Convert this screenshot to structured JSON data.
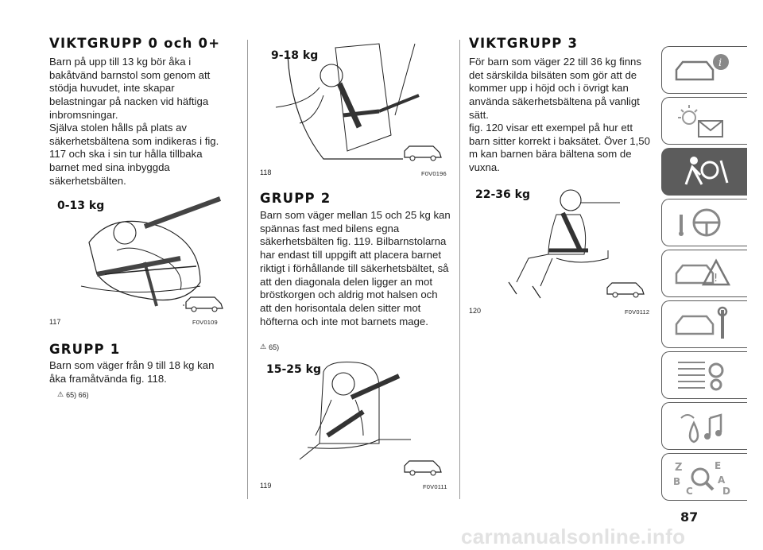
{
  "page": {
    "number": "87",
    "watermark": "carmanualsonline.info"
  },
  "col1": {
    "heading1": "VIKTGRUPP 0 och 0+",
    "para1": "Barn på upp till 13 kg bör åka i bakåtvänd barnstol som genom att stödja huvudet, inte skapar belastningar på nacken vid häftiga inbromsningar.",
    "para2": "Själva stolen hålls på plats av säkerhetsbältena som indikeras i fig. 117 och ska i sin tur hålla tillbaka barnet med sina inbyggda säkerhetsbälten.",
    "fig": {
      "label": "0-13 kg",
      "number": "117",
      "code": "F0V0109"
    },
    "heading2": "GRUPP 1",
    "para3": "Barn som väger från 9 till 18 kg kan åka framåtvända fig. 118.",
    "warnings": "65) 66)"
  },
  "col2": {
    "fig_top": {
      "label": "9-18 kg",
      "number": "118",
      "code": "F0V0196"
    },
    "heading": "GRUPP 2",
    "para1": "Barn som väger mellan 15 och 25 kg kan spännas fast med bilens egna säkerhetsbälten fig. 119. Bilbarnstolarna har endast till uppgift att placera barnet riktigt i förhållande till säkerhetsbältet, så att den diagonala delen ligger an mot bröstkorgen och aldrig mot halsen och att den horisontala delen sitter mot höfterna och inte mot barnets mage.",
    "warnings": "65)",
    "fig_bottom": {
      "label": "15-25 kg",
      "number": "119",
      "code": "F0V0111"
    }
  },
  "col3": {
    "heading": "VIKTGRUPP 3",
    "para1": "För barn som väger 22 till 36 kg finns det särskilda bilsäten som gör att de kommer upp i höjd och i övrigt kan använda säkerhetsbältena på vanligt sätt.",
    "para2": "fig. 120 visar ett exempel på hur ett barn sitter korrekt i baksätet. Över 1,50 m kan barnen bära bältena som de vuxna.",
    "fig": {
      "label": "22-36 kg",
      "number": "120",
      "code": "F0V0112"
    }
  },
  "sidebar_tabs": [
    {
      "icon": "car-info-icon",
      "active": false
    },
    {
      "icon": "lights-envelope-icon",
      "active": false
    },
    {
      "icon": "airbag-safety-icon",
      "active": true
    },
    {
      "icon": "key-steering-wheel-icon",
      "active": false
    },
    {
      "icon": "warning-triangle-car-icon",
      "active": false
    },
    {
      "icon": "car-wrench-icon",
      "active": false
    },
    {
      "icon": "specs-gears-icon",
      "active": false
    },
    {
      "icon": "multimedia-icon",
      "active": false
    },
    {
      "icon": "alphabetical-index-icon",
      "active": false
    }
  ],
  "colors": {
    "text": "#1e1e1e",
    "tab_active": "#5c5c5c",
    "tab_border": "#5a5a5a"
  }
}
